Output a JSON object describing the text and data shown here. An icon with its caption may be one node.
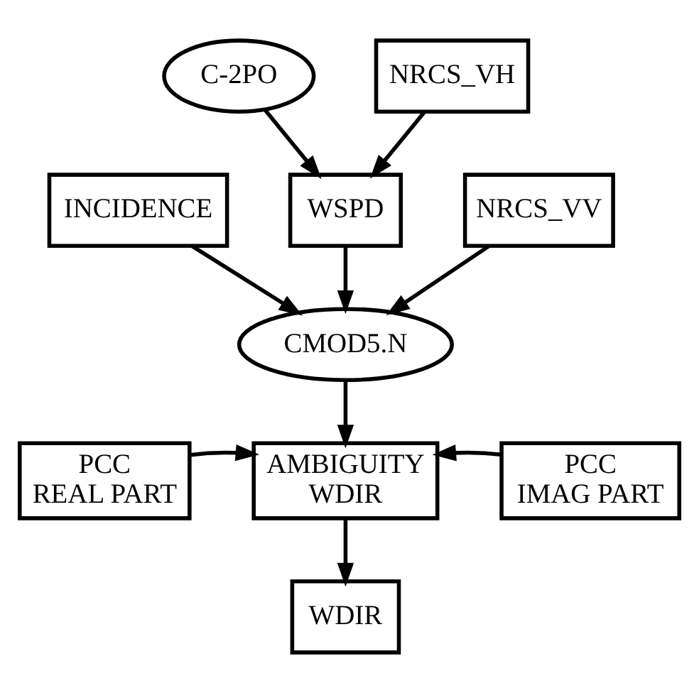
{
  "diagram": {
    "nodes": [
      {
        "text": [
          "C-2PO"
        ]
      },
      {
        "text": [
          "NRCS_VH"
        ]
      },
      {
        "text": [
          "INCIDENCE"
        ]
      },
      {
        "text": [
          "WSPD"
        ]
      },
      {
        "text": [
          "NRCS_VV"
        ]
      },
      {
        "text": [
          "CMOD5.N"
        ]
      },
      {
        "text": [
          "PCC REAL PART"
        ]
      },
      {
        "text": [
          "AMBIGUITY WDIR"
        ]
      },
      {
        "text": [
          "PCC IMAG PART"
        ]
      },
      {
        "text": [
          "WDIR"
        ]
      }
    ],
    "edges": [
      {
        "from": 0,
        "to": 3,
        "arrow": "to"
      },
      {
        "from": 1,
        "to": 3,
        "arrow": "to"
      },
      {
        "from": 2,
        "to": 5,
        "arrow": "to"
      },
      {
        "from": 3,
        "to": 5,
        "arrow": "to"
      },
      {
        "from": 4,
        "to": 5,
        "arrow": "to"
      },
      {
        "from": 5,
        "to": 7,
        "arrow": "to"
      },
      {
        "from": 6,
        "to": 7,
        "arrow": "to"
      },
      {
        "from": 8,
        "to": 7,
        "arrow": "to"
      },
      {
        "from": 7,
        "to": 9,
        "arrow": "to"
      }
    ]
  }
}
